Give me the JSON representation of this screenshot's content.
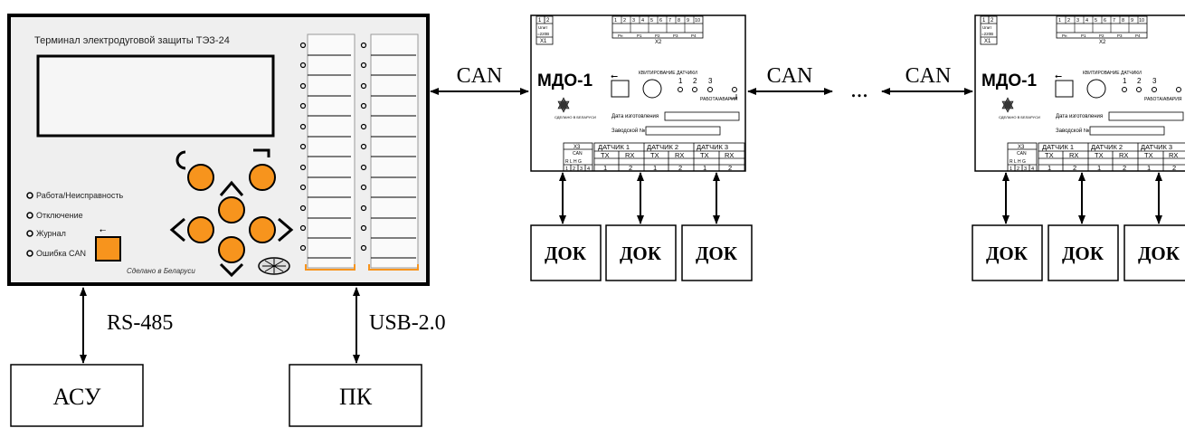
{
  "terminal": {
    "title": "Терминал электродуговой защиты ТЭЗ-24",
    "leds": [
      "Работа/Неисправность",
      "Отключение",
      "Журнал",
      "Ошибка CAN"
    ],
    "made_in": "Сделано в Беларуси"
  },
  "links": {
    "rs485": "RS-485",
    "usb": "USB-2.0",
    "can": "CAN",
    "ellipsis": "..."
  },
  "boxes": {
    "asu": "АСУ",
    "pk": "ПК",
    "dok": "ДОК"
  },
  "mdo": {
    "title": "МДО-1",
    "x1": "X1",
    "x2": "X2",
    "x3": "X3",
    "unit": "Uпит",
    "voltage": "=220В",
    "kvit": "КВИТИРОВАНИЕ",
    "datchiki": "ДАТЧИКИ",
    "rabota": "РАБОТА/АВАРИЯ",
    "made_in": "СДЕЛАНО В БЕЛАРУСИ",
    "date_label": "Дата изготовления",
    "serial_label": "Заводской №",
    "can": "CAN",
    "can_pins": "R L H G",
    "sensor1": "ДАТЧИК 1",
    "sensor2": "ДАТЧИК 2",
    "sensor3": "ДАТЧИК 3",
    "tx": "TX",
    "rx": "RX",
    "n1": "1",
    "n2": "2",
    "n3": "3",
    "n4": "4",
    "n5": "5",
    "n6": "6",
    "n7": "7",
    "n8": "8",
    "n9": "9",
    "n10": "10",
    "relay1": "Р1",
    "relay2": "Р2",
    "relay3": "Р3",
    "relay4": "Р4",
    "relay_n": "Рн"
  }
}
